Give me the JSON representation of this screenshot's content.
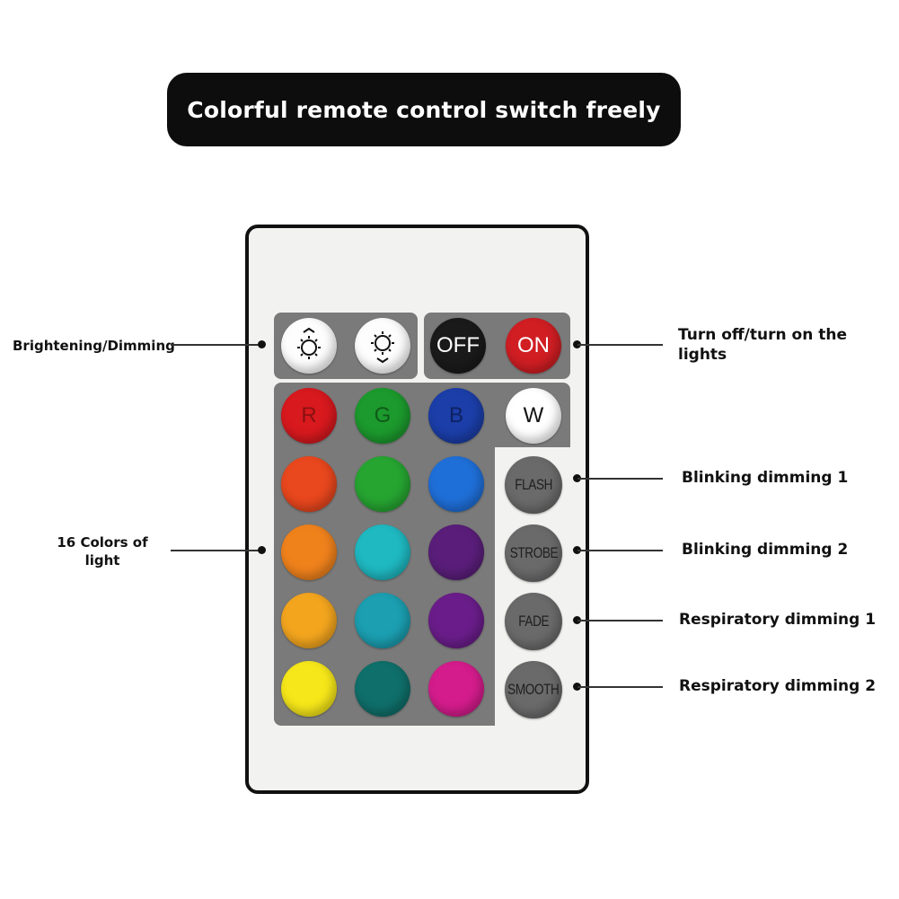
{
  "title": "Colorful remote control switch freely",
  "buttons": {
    "brighten_icon": "sun-up-icon",
    "dim_icon": "sun-down-icon",
    "off": "OFF",
    "on": "ON",
    "r": "R",
    "g": "G",
    "b": "B",
    "w": "W",
    "flash": "FLASH",
    "strobe": "STROBE",
    "fade": "FADE",
    "smooth": "SMOOTH"
  },
  "colors": {
    "off": "#1a1a1a",
    "on": "#d01e23",
    "r": "#d8191e",
    "g": "#1c9a2d",
    "b": "#1b3ea8",
    "w": "#ffffff",
    "grid": [
      [
        "#e9471d",
        "#26a531",
        "#1f6fd8"
      ],
      [
        "#f0821c",
        "#1fb9c2",
        "#5a1e7a"
      ],
      [
        "#f3a51e",
        "#1b9fb1",
        "#6a1d8a"
      ],
      [
        "#f6e71a",
        "#0f6f6a",
        "#d41c8c"
      ]
    ]
  },
  "callouts": {
    "brightening": "Brightening/Dimming",
    "power": "Turn off/turn on the lights",
    "colors": "16 Colors of light",
    "flash": "Blinking dimming 1",
    "strobe": "Blinking dimming 2",
    "fade": "Respiratory dimming 1",
    "smooth": "Respiratory dimming 2"
  }
}
